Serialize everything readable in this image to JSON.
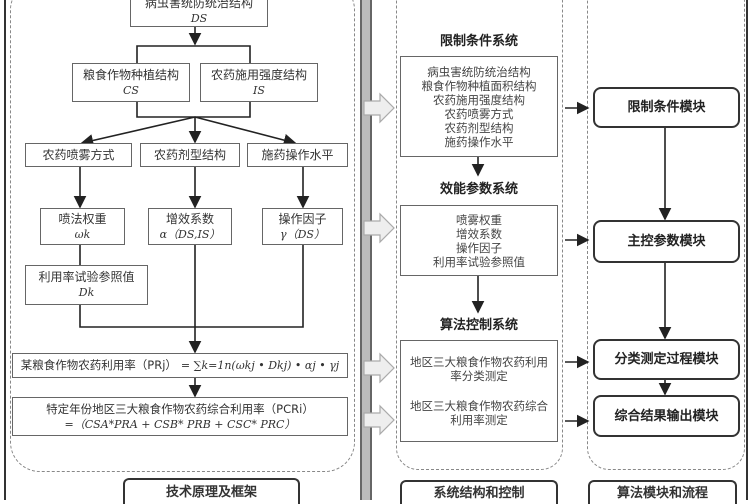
{
  "left": {
    "ds": {
      "text": "病虫害统防统治结构",
      "sym": "DS"
    },
    "cs": {
      "text": "粮食作物种植结构",
      "sym": "CS"
    },
    "is": {
      "text": "农药施用强度结构",
      "sym": "IS"
    },
    "row3": [
      "农药喷雾方式",
      "农药剂型结构",
      "施药操作水平"
    ],
    "weight": {
      "text": "喷法权重",
      "sym": "ωk"
    },
    "synergy": {
      "text": "增效系数",
      "sym": "α（DS,IS）"
    },
    "operation": {
      "text": "操作因子",
      "sym": "γ（DS）"
    },
    "reference": {
      "text": "利用率试验参照值",
      "sym": "Dk"
    },
    "formula1": {
      "text": "某粮食作物农药利用率（PRj）",
      "expr": "= ∑k=1n(ωkj • Dkj) • αj • γj"
    },
    "formula2": {
      "text": "特定年份地区三大粮食作物农药综合利用率（PCRi）",
      "expr": "=（CSA*PRA + CSB* PRB + CSC* PRC）"
    },
    "footer": "技术原理及框架"
  },
  "middle": {
    "sections": [
      {
        "title": "限制条件系统",
        "items": [
          "病虫害统防统治结构",
          "粮食作物种植面积结构",
          "农药施用强度结构",
          "农药喷雾方式",
          "农药剂型结构",
          "施药操作水平"
        ]
      },
      {
        "title": "效能参数系统",
        "items": [
          "喷雾权重",
          "增效系数",
          "操作因子",
          "利用率试验参照值"
        ]
      },
      {
        "title": "算法控制系统",
        "items": [
          "地区三大粮食作物农药利用率分类测定",
          "地区三大粮食作物农药综合利用率测定"
        ]
      }
    ],
    "footer": "系统结构和控制"
  },
  "right": {
    "modules": [
      "限制条件模块",
      "主控参数模块",
      "分类测定过程模块",
      "综合结果输出模块"
    ],
    "footer": "算法模块和流程"
  }
}
